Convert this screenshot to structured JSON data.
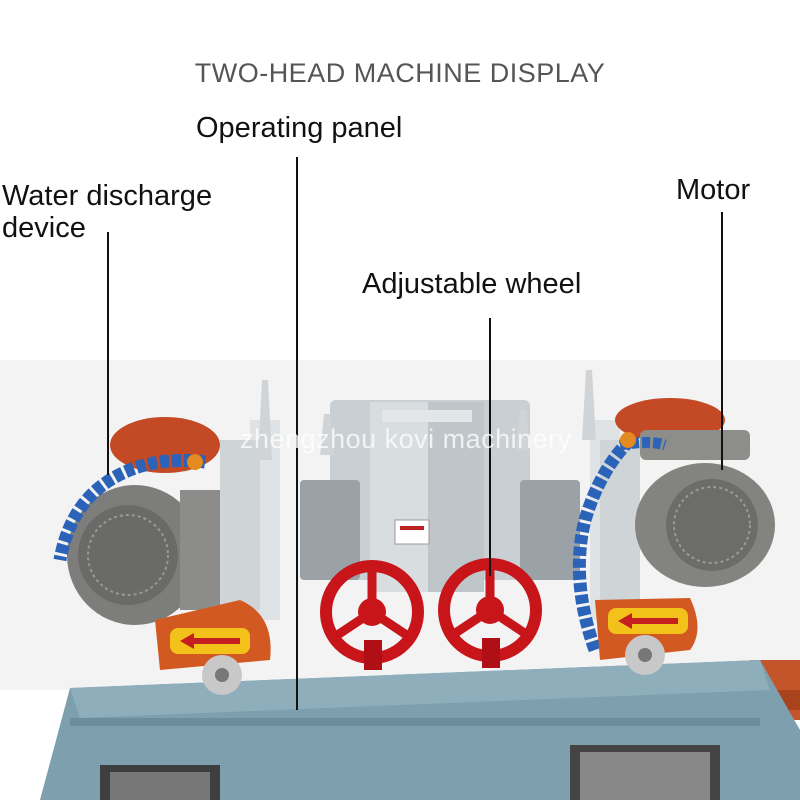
{
  "figure": {
    "title": "TWO-HEAD MACHINE DISPLAY",
    "watermark": "zhengzhou kovi machinery"
  },
  "labels": {
    "operating_panel": "Operating panel",
    "water_discharge_line1": "Water discharge",
    "water_discharge_line2": "device",
    "motor": "Motor",
    "adjustable_wheel": "Adjustable wheel"
  },
  "colors": {
    "machine_body": "#7a9cab",
    "motor_gray": "#8a8a88",
    "hand_wheel_red": "#c8151a",
    "coolant_hose_blue": "#2b63b8",
    "guard_orange": "#d25a22"
  }
}
